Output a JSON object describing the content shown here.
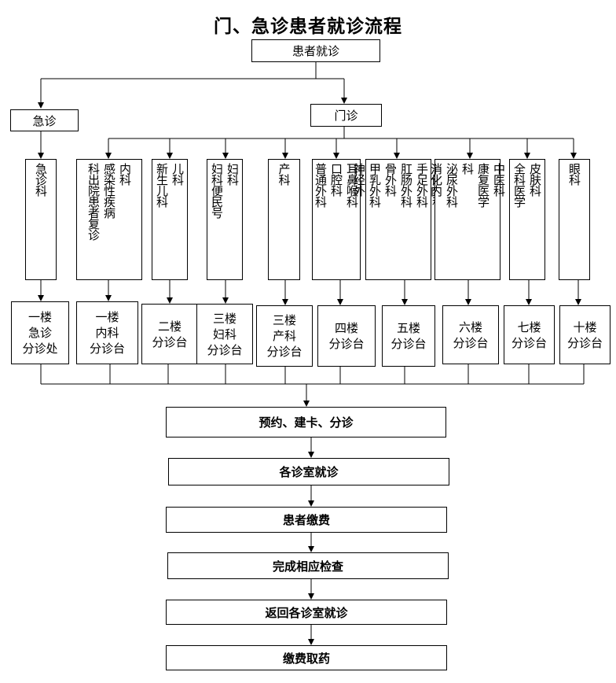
{
  "title": "门、急诊患者就诊流程",
  "start": "患者就诊",
  "emergency": "急诊",
  "outpatient": "门诊",
  "departments": [
    {
      "columns": [
        "急诊科"
      ]
    },
    {
      "columns": [
        "内科",
        "感染性疾病",
        "科出院患者复诊"
      ]
    },
    {
      "columns": [
        "儿科",
        "新生儿科"
      ]
    },
    {
      "columns": [
        "妇科",
        "妇科便民号"
      ]
    },
    {
      "columns": [
        "产科"
      ]
    },
    {
      "columns": [
        "耳鼻喉科",
        "口腔科",
        "普通外科"
      ]
    },
    {
      "columns": [
        "普通外科",
        "手足外科",
        "肛肠外科",
        "骨外科",
        "甲乳外科",
        "神经外"
      ]
    },
    {
      "columns": [
        "中医科",
        "康复医学",
        "科",
        "泌尿外科",
        "消化内"
      ]
    },
    {
      "columns": [
        "皮肤科",
        "全科医学"
      ]
    },
    {
      "columns": [
        "眼科"
      ]
    }
  ],
  "floors": [
    "一楼\n急诊\n分诊处",
    "一楼\n内科\n分诊台",
    "二楼\n分诊台",
    "三楼\n妇科\n分诊台",
    "三楼\n产科\n分诊台",
    "四楼\n分诊台",
    "五楼\n分诊台",
    "六楼\n分诊台",
    "七楼\n分诊台",
    "十楼\n分诊台"
  ],
  "steps": [
    "预约、建卡、分诊",
    "各诊室就诊",
    "患者缴费",
    "完成相应检查",
    "返回各诊室就诊",
    "缴费取药"
  ]
}
